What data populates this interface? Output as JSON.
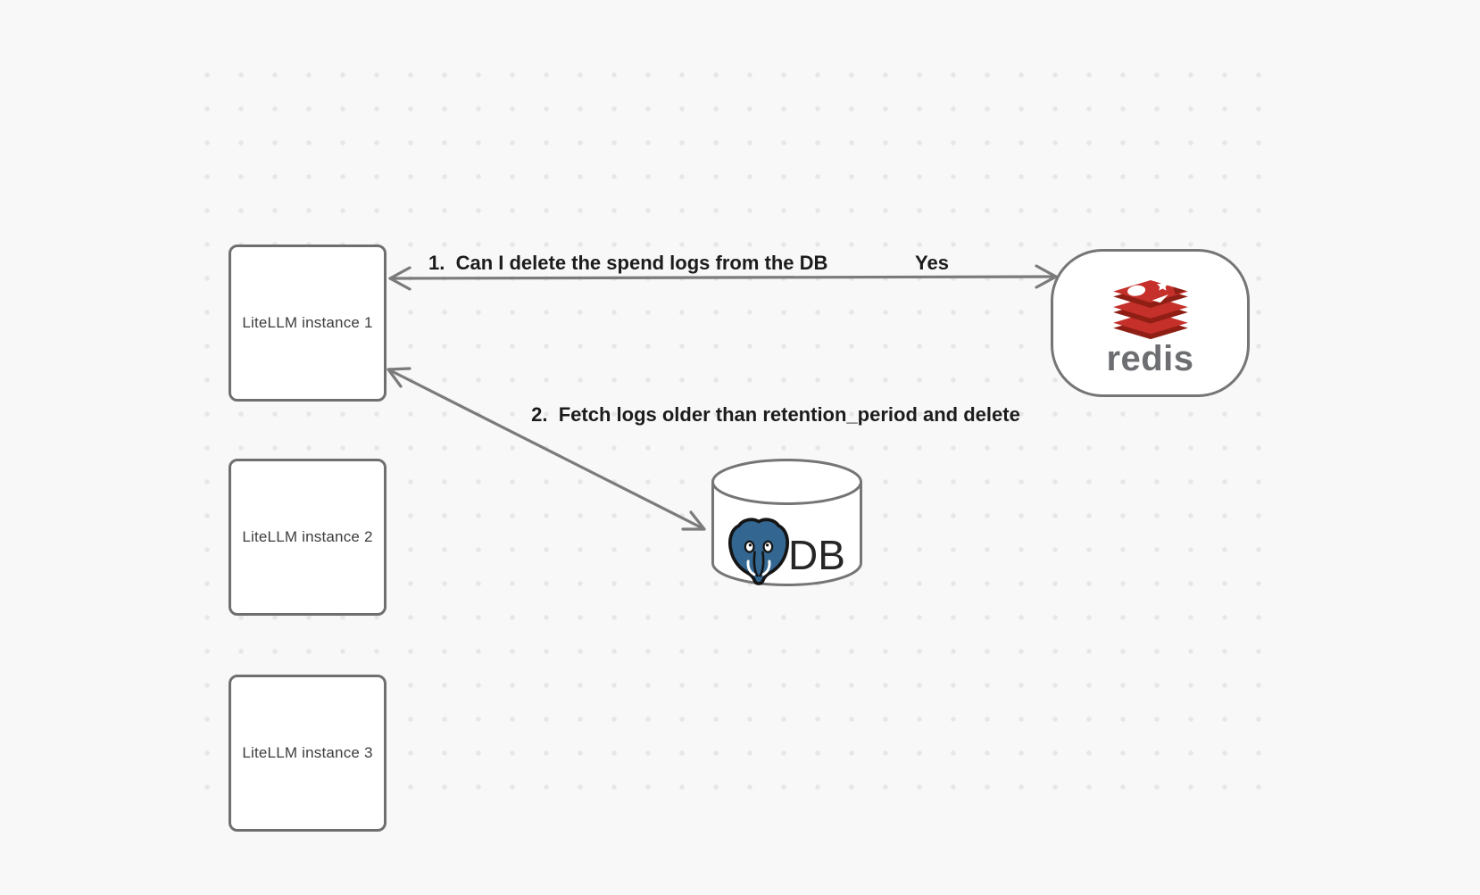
{
  "diagram": {
    "nodes": {
      "litellm1": {
        "label": "LiteLLM instance 1"
      },
      "litellm2": {
        "label": "LiteLLM instance 2"
      },
      "litellm3": {
        "label": "LiteLLM instance 3"
      },
      "redis": {
        "label": "redis",
        "icon": "redis-logo"
      },
      "db": {
        "label": "DB",
        "icon": "postgresql-elephant-logo",
        "shape": "cylinder"
      }
    },
    "edges": {
      "edge1": {
        "from": "redis",
        "to": "litellm1",
        "bidirectional": true,
        "label": "1.  Can I delete the spend logs from the DB",
        "response": "Yes"
      },
      "edge2": {
        "from": "litellm1",
        "to": "db",
        "bidirectional": true,
        "label": "2.  Fetch logs older than retention_period and delete"
      }
    },
    "colors": {
      "background": "#f8f8f8",
      "grid_dot": "#e7e7e7",
      "shape_stroke": "#6f6f6f",
      "edge_stroke": "#7b7b7b",
      "shape_fill": "#ffffff",
      "node_label_text": "#3d3d3d",
      "edge_label_text": "#1c1c1c",
      "redis_red": "#c6302b",
      "redis_dark_red": "#8f1f15",
      "redis_wordmark": "#6d6e71",
      "postgres_blue": "#336791",
      "db_label_text": "#262626"
    }
  }
}
